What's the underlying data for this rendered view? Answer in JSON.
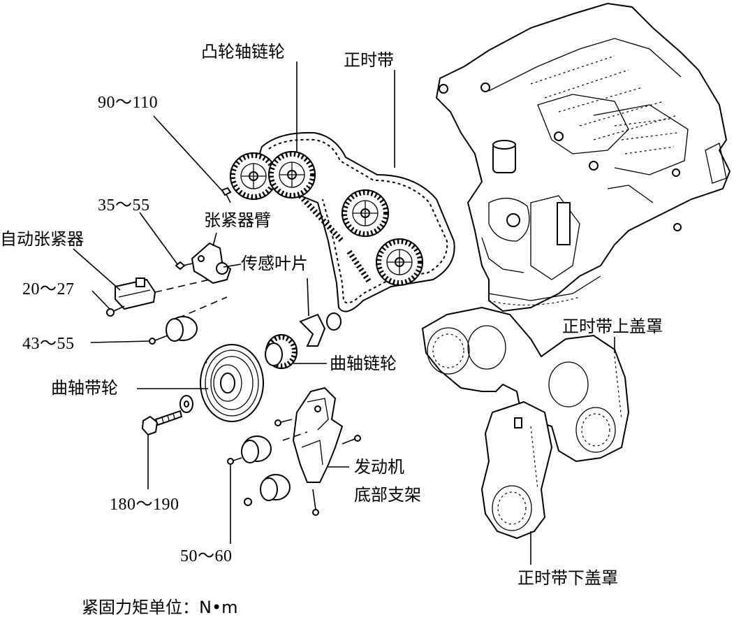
{
  "labels": {
    "camshaft_sprocket": "凸轮轴链轮",
    "timing_belt": "正时带",
    "torque_90_110": "90～110",
    "torque_35_55": "35～55",
    "tensioner_arm": "张紧器臂",
    "auto_tensioner": "自动张紧器",
    "sensor_blade": "传感叶片",
    "torque_20_27": "20～27",
    "torque_43_55": "43～55",
    "crankshaft_sprocket": "曲轴链轮",
    "crankshaft_pulley": "曲轴带轮",
    "torque_180_190": "180～190",
    "engine_bracket_line1": "发动机",
    "engine_bracket_line2": "底部支架",
    "torque_50_60": "50～60",
    "upper_cover": "正时带上盖罩",
    "lower_cover": "正时带下盖罩",
    "footnote": "紧固力矩单位：N•m"
  }
}
